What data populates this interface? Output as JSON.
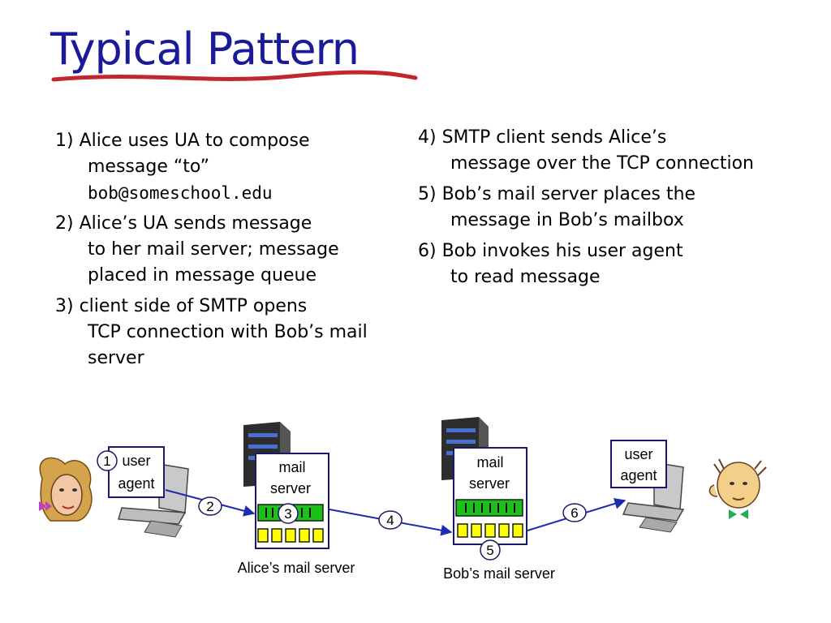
{
  "title": "Typical Pattern",
  "steps_left": [
    {
      "lead": "1) Alice uses UA to compose",
      "cont": "message “to”",
      "email": "bob@someschool.edu"
    },
    {
      "lead": "2) Alice’s UA sends message",
      "cont": "to her mail server; message placed in message queue"
    },
    {
      "lead": "3) client side of SMTP opens",
      "cont": "TCP connection with Bob’s mail server"
    }
  ],
  "steps_right": [
    {
      "lead": "4) SMTP client sends Alice’s",
      "cont": "message over the TCP connection"
    },
    {
      "lead": "5) Bob’s mail server places the",
      "cont": "message in Bob’s mailbox"
    },
    {
      "lead": "6) Bob invokes his user agent",
      "cont": "to read message"
    }
  ],
  "diagram": {
    "alice_ua": {
      "line1": "user",
      "line2": "agent"
    },
    "bob_ua": {
      "line1": "user",
      "line2": "agent"
    },
    "alice_server": {
      "line1": "mail",
      "line2": "server",
      "caption": "Alice’s mail server"
    },
    "bob_server": {
      "line1": "mail",
      "line2": "server",
      "caption": "Bob’s mail server"
    },
    "step_numbers": [
      "1",
      "2",
      "3",
      "4",
      "5",
      "6"
    ],
    "colors": {
      "arrow": "#1f2bb0",
      "queue_green": "#19c119",
      "mailbox_yellow": "#ffff00",
      "box_border": "#1a1a66",
      "title": "#1b1b9a",
      "underline": "#c0282d"
    }
  }
}
